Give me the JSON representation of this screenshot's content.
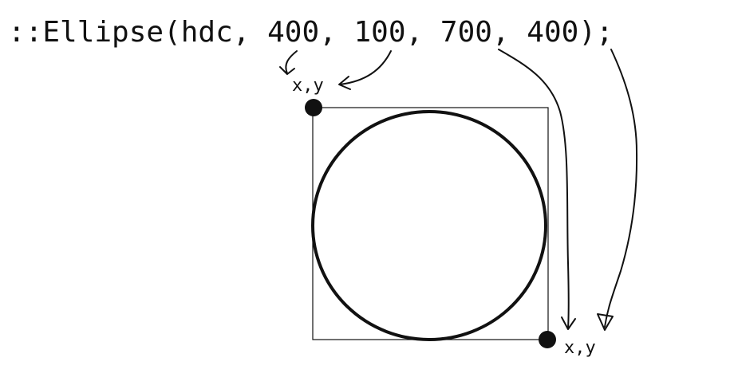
{
  "code_line": {
    "prefix": "::Ellipse(hdc, ",
    "arg_left": "400",
    "sep1": ", ",
    "arg_top": "100",
    "sep2": ", ",
    "arg_right": "700",
    "sep3": ", ",
    "arg_bottom": "400",
    "suffix": ");"
  },
  "labels": {
    "top_left": "x,y",
    "bottom_right": "x,y"
  },
  "colors": {
    "ink": "#111111",
    "background": "#ffffff"
  }
}
